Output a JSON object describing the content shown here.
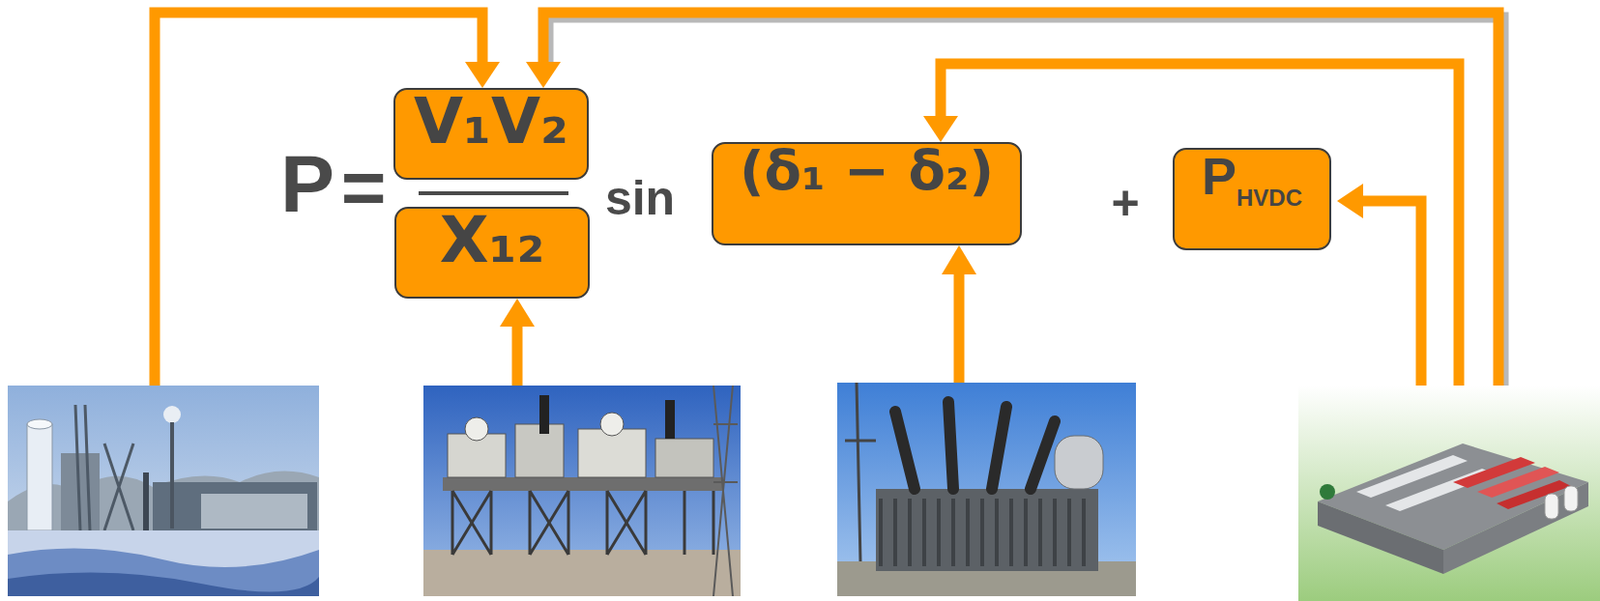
{
  "diagram": {
    "nodes": [
      {
        "text": [
          "V₁V₂"
        ]
      },
      {
        "text": [
          "X₁₂"
        ]
      },
      {
        "text": [
          "(δ₁ − δ₂)"
        ]
      },
      {
        "text": [
          "P",
          "HVDC"
        ]
      }
    ],
    "labels": [
      "P",
      "=",
      "sin",
      "+"
    ]
  }
}
